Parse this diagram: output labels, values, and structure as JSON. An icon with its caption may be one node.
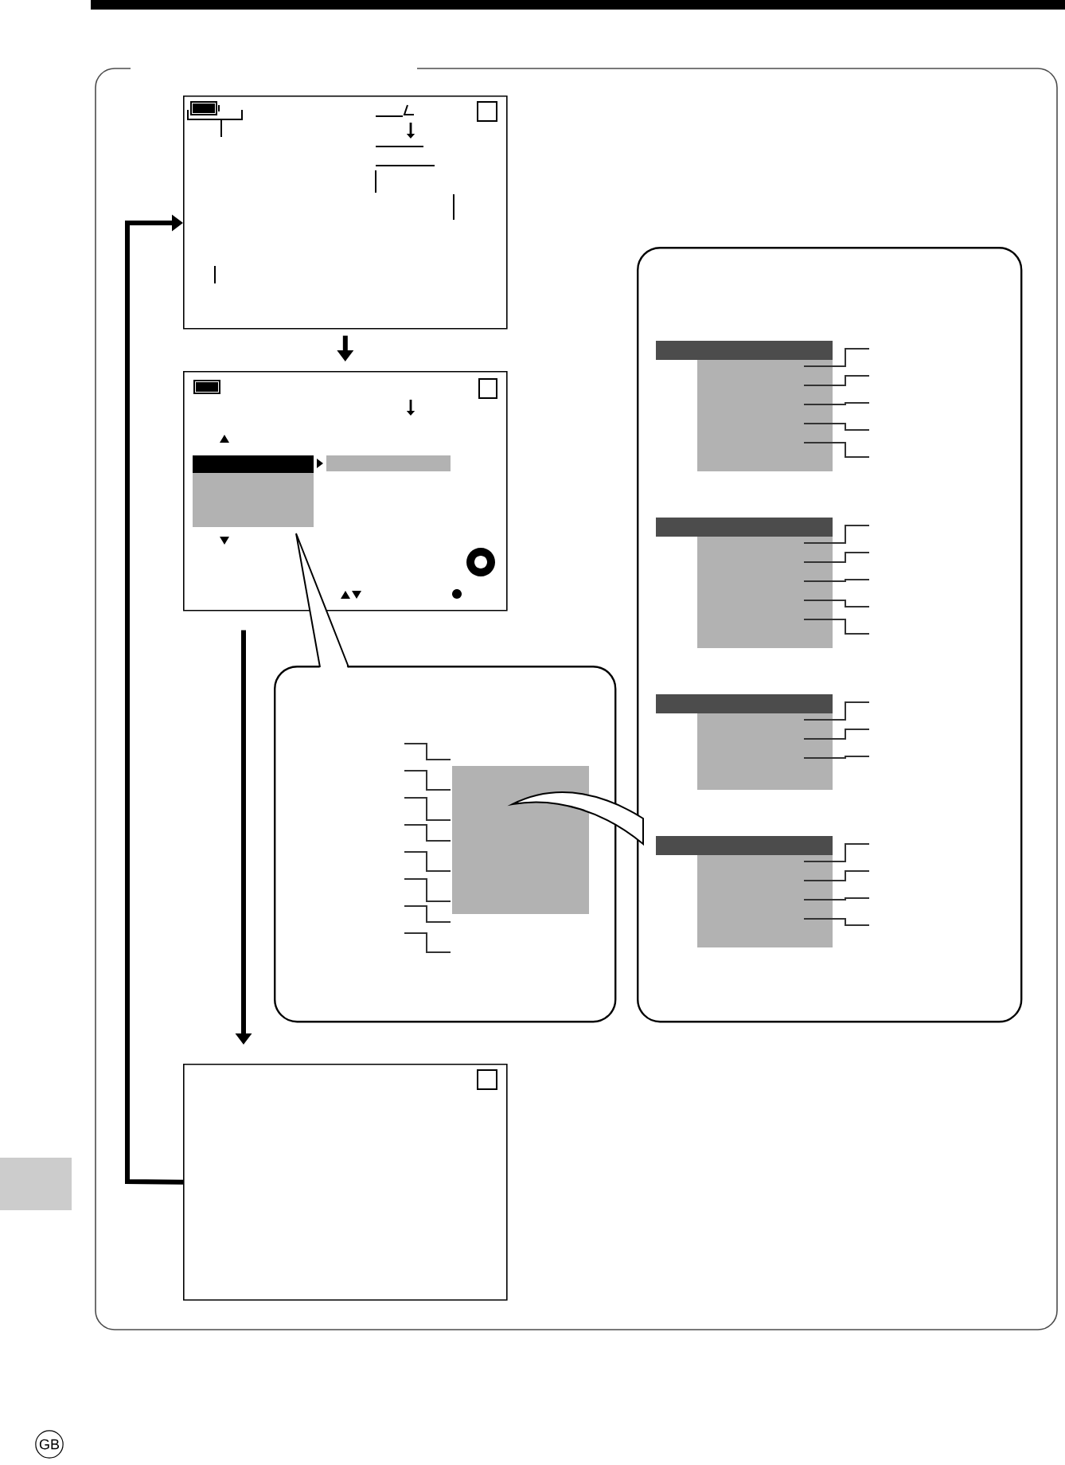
{
  "diagram": {
    "nodes": [
      {
        "text": [],
        "shape": "box"
      },
      {
        "text": [],
        "shape": "box"
      },
      {
        "text": [],
        "shape": "box"
      },
      {
        "text": [],
        "shape": "box"
      },
      {
        "text": [],
        "shape": "box"
      }
    ],
    "edges": [
      {
        "from": 0,
        "to": 2,
        "arrow": "to"
      },
      {
        "from": 2,
        "to": 4,
        "arrow": "to"
      },
      {
        "from": 4,
        "to": 0,
        "arrow": "to"
      }
    ],
    "labels": [
      "GB"
    ]
  }
}
